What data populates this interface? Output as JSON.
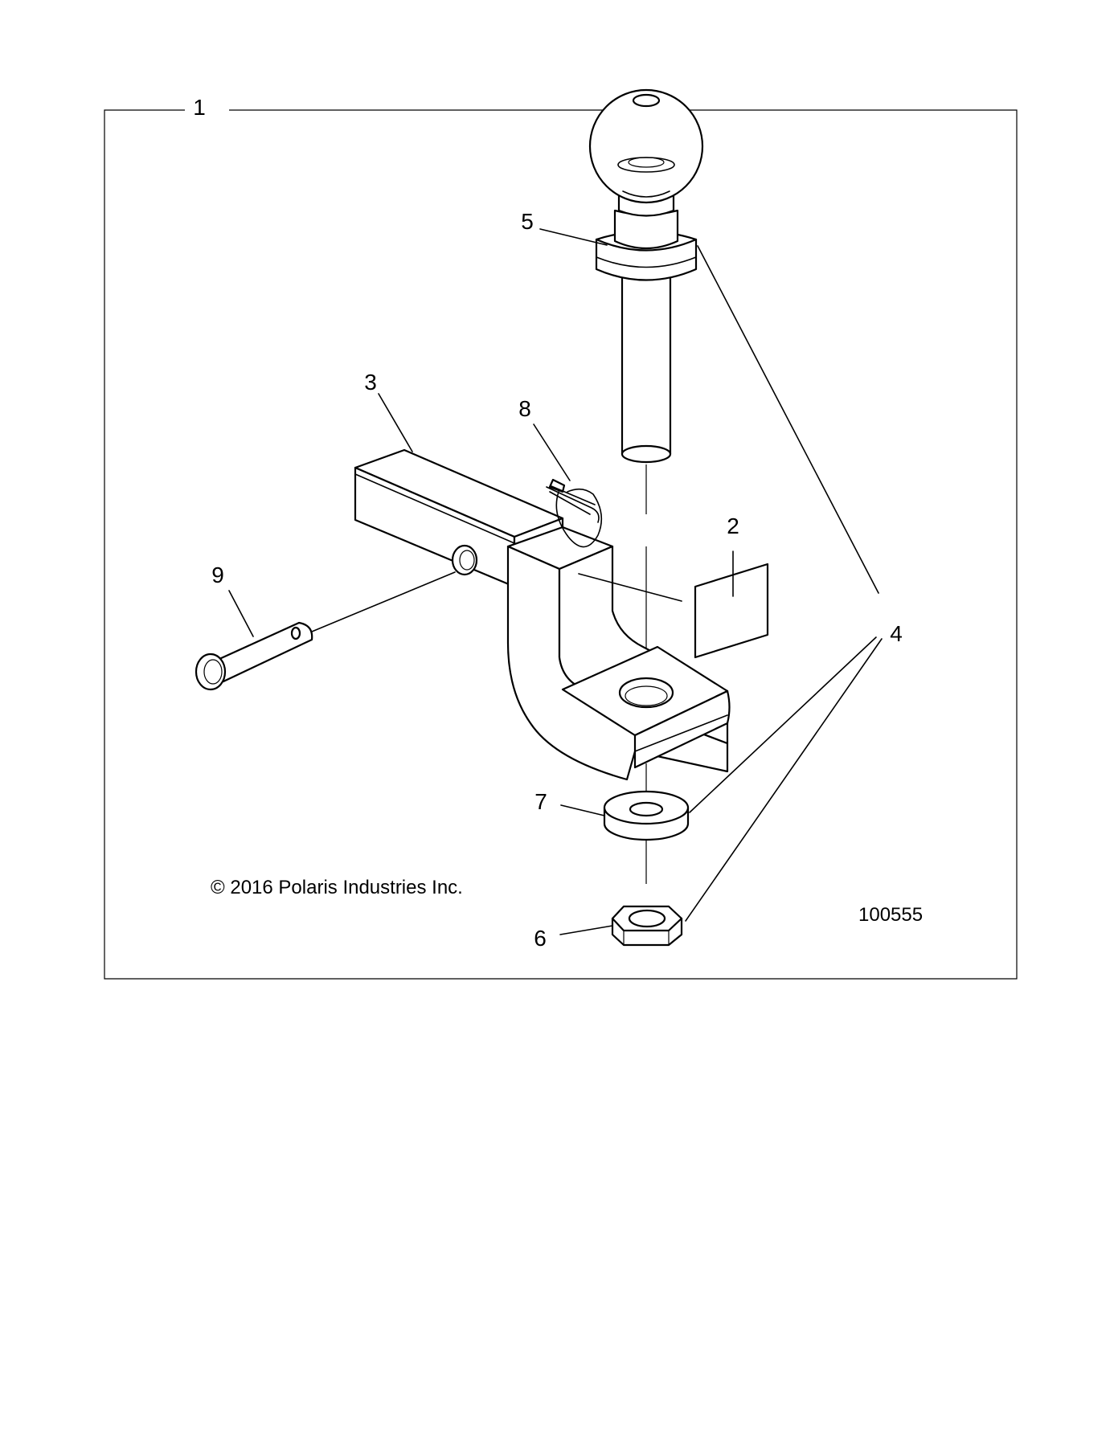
{
  "figure": {
    "id_number": "100555",
    "copyright": "© 2016 Polaris Industries Inc.",
    "callouts": [
      {
        "id": "1",
        "label": "1",
        "part": "assembly"
      },
      {
        "id": "2",
        "label": "2",
        "part": "label-decal"
      },
      {
        "id": "3",
        "label": "3",
        "part": "ball-mount"
      },
      {
        "id": "4",
        "label": "4",
        "part": "ball-kit"
      },
      {
        "id": "5",
        "label": "5",
        "part": "hitch-ball"
      },
      {
        "id": "6",
        "label": "6",
        "part": "hex-nut"
      },
      {
        "id": "7",
        "label": "7",
        "part": "lock-washer"
      },
      {
        "id": "8",
        "label": "8",
        "part": "hitch-pin-clip"
      },
      {
        "id": "9",
        "label": "9",
        "part": "hitch-pin"
      }
    ]
  }
}
